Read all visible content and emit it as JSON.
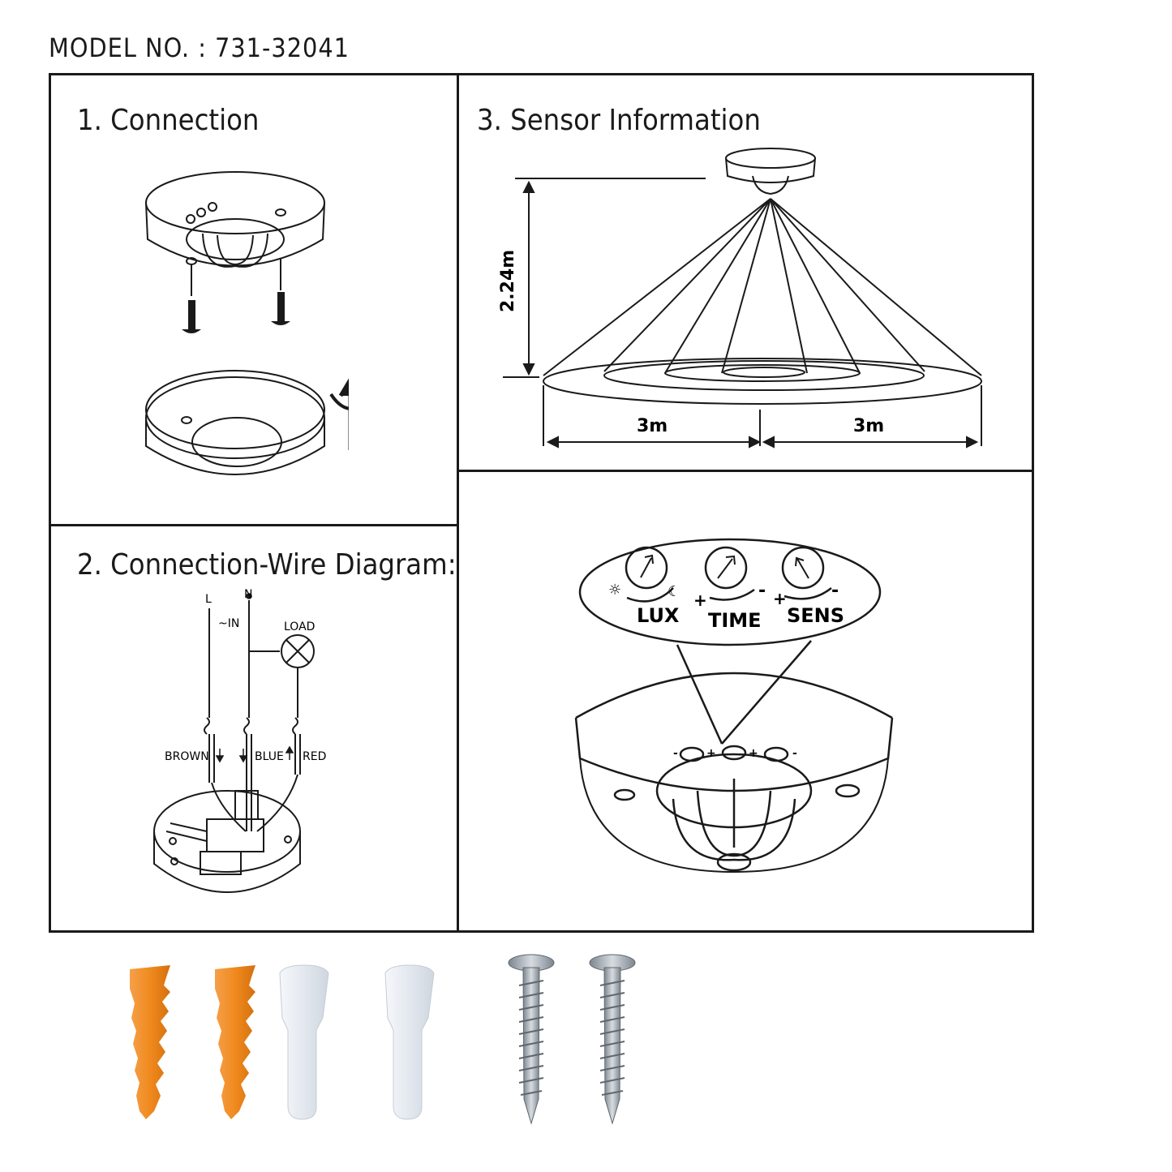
{
  "model_label": "MODEL NO. : 731-32041",
  "panels": {
    "connection": {
      "title": "1. Connection"
    },
    "wire": {
      "title": "2. Connection-Wire Diagram:",
      "labels": {
        "l": "L",
        "n": "N",
        "in": "~IN",
        "load": "LOAD",
        "brown": "BROWN",
        "blue": "BLUE",
        "red": "RED"
      }
    },
    "sensor": {
      "title": "3. Sensor Information",
      "height": "2.24m",
      "radius_left": "3m",
      "radius_right": "3m"
    },
    "controls": {
      "lux": "LUX",
      "time": "TIME",
      "sens": "SENS",
      "plus": "+",
      "minus": "-"
    }
  },
  "colors": {
    "line": "#1a1a1a",
    "anchor": "#f08a1e",
    "connector": "#e8ecf2",
    "screw": "#a9b0b8"
  },
  "accessories": [
    {
      "name": "wall-plug",
      "count": 2
    },
    {
      "name": "wire-connector",
      "count": 2
    },
    {
      "name": "screw",
      "count": 2
    }
  ]
}
